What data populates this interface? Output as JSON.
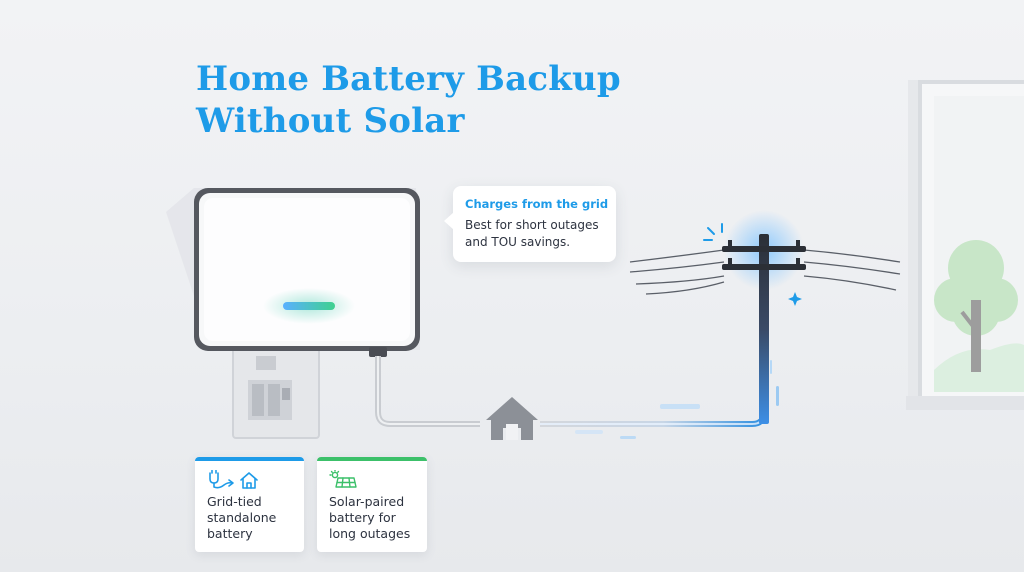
{
  "title": {
    "line1": "Home Battery Backup",
    "line2": "Without Solar"
  },
  "callout": {
    "heading": "Charges from the grid",
    "body": "Best for short outages and TOU savings."
  },
  "cards": [
    {
      "label": "Grid-tied standalone battery",
      "icon": "plug-to-home-icon",
      "accent": "#1e9be8"
    },
    {
      "label": "Solar-paired battery for long outages",
      "icon": "solar-panel-icon",
      "accent": "#3cc06a"
    }
  ],
  "colors": {
    "brand_blue": "#1e9be8",
    "green": "#3cc06a",
    "battery_led": "#4fb6e8",
    "text_dark": "#2d3340"
  }
}
